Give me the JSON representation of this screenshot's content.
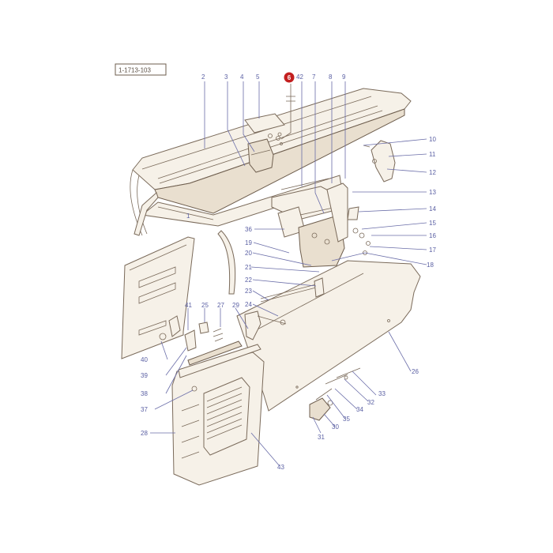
{
  "diagram": {
    "reference_code": "1-1713-103",
    "highlighted_part": "6",
    "highlight_color": "#c31f1f",
    "callout_color": "#5a5fa3",
    "callouts": [
      "2",
      "3",
      "4",
      "5",
      "6",
      "42",
      "7",
      "8",
      "9",
      "10",
      "11",
      "12",
      "13",
      "14",
      "15",
      "16",
      "17",
      "18",
      "1",
      "19",
      "20",
      "21",
      "22",
      "23",
      "24",
      "36",
      "41",
      "25",
      "27",
      "29",
      "40",
      "39",
      "38",
      "37",
      "28",
      "43",
      "26",
      "33",
      "32",
      "34",
      "35",
      "30",
      "31"
    ]
  }
}
